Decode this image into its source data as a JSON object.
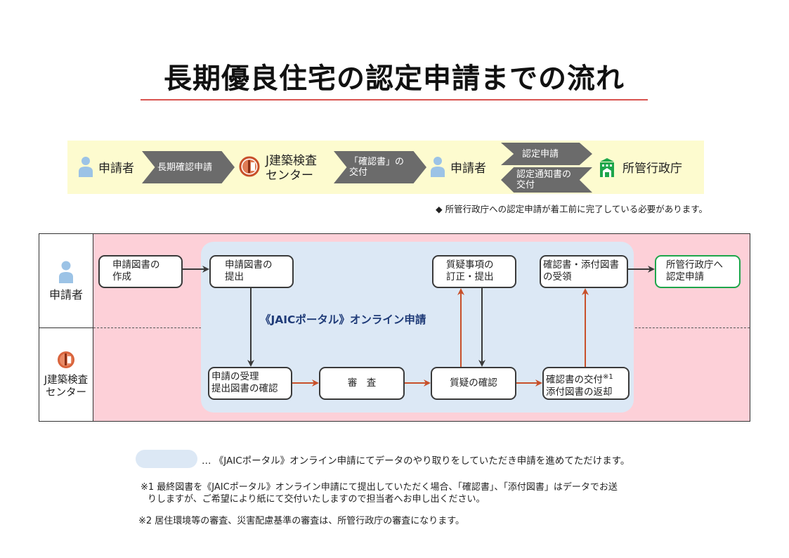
{
  "title": "長期優良住宅の認定申請までの流れ",
  "summary_band": {
    "applicant_1": "申請者",
    "step_1": "長期確認申請",
    "jaic_line1": "J建築検査",
    "jaic_line2": "センター",
    "step_2_line1": "「確認書」の",
    "step_2_line2": "交付",
    "applicant_2": "申請者",
    "step_3_forward": "認定申請",
    "step_3_back_line1": "認定通知書の",
    "step_3_back_line2": "交付",
    "authority": "所管行政庁"
  },
  "note_diamond": "◆ 所管行政庁への認定申請が着工前に完了している必要があります。",
  "lanes": {
    "applicant": "申請者",
    "jaic_line1": "J建築検査",
    "jaic_line2": "センター"
  },
  "portal_label": "《JAICポータル》オンライン申請",
  "nodes": {
    "create_docs": [
      "申請図書の",
      "作成"
    ],
    "submit_docs": [
      "申請図書の",
      "提出"
    ],
    "correct_submit": [
      "質疑事項の",
      "訂正・提出"
    ],
    "receive_docs": [
      "確認書・添付図書",
      "の受領"
    ],
    "apply_authority": [
      "所管行政庁へ",
      "認定申請"
    ],
    "accept_check": [
      "申請の受理",
      "提出図書の確認"
    ],
    "review": "審　査",
    "question_check": "質疑の確認",
    "issue_return": [
      "確認書の交付",
      "添付図書の返却"
    ],
    "issue_return_note": "※1"
  },
  "colors": {
    "title_rule": "#d9534f",
    "band_bg": "#fdfbcf",
    "chevron": "#6b6b6b",
    "lane_bg": "#fdd0d8",
    "portal_bg": "#dce8f5",
    "portal_text": "#1f3b78",
    "arrow_dark": "#3a3a3a",
    "arrow_orange": "#c8502a",
    "authority_green": "#1ea64b",
    "person_blue": "#9cc3e6"
  },
  "footer": {
    "legend": "… 《JAICポータル》オンライン申請にてデータのやり取りをしていただき申請を進めてただけます。",
    "note1_line1": "※1 最終図書を《JAICポータル》オンライン申請にて提出していただく場合、「確認書」、「添付図書」はデータでお送",
    "note1_line2": "りしますが、ご希望により紙にて交付いたしますので担当者へお申し出ください。",
    "note2": "※2 居住環境等の審査、災害配慮基準の審査は、所管行政庁の審査になります。"
  }
}
